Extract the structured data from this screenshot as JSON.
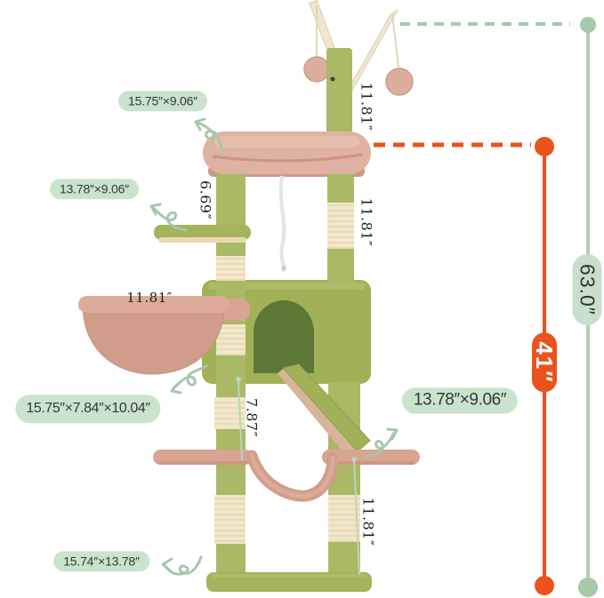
{
  "annotations": {
    "badges": [
      {
        "label": "15.75″×9.06″",
        "target": "top-perch"
      },
      {
        "label": "13.78″×9.06″",
        "target": "upper-platform"
      },
      {
        "label": "15.75″×7.84″×10.04″",
        "target": "hammock-basket"
      },
      {
        "label": "13.78″×9.06″",
        "target": "lower-right-platform"
      },
      {
        "label": "15.74″×13.78″",
        "target": "base"
      }
    ],
    "inline_measurements": [
      {
        "label": "11.81″",
        "placement": "top-post",
        "orientation": "vertical"
      },
      {
        "label": "6.69″",
        "placement": "upper-platform-gap",
        "orientation": "vertical"
      },
      {
        "label": "11.81″",
        "placement": "upper-right-post",
        "orientation": "vertical"
      },
      {
        "label": "11.81″",
        "placement": "hammock-width",
        "orientation": "horizontal"
      },
      {
        "label": "7.87″",
        "placement": "condo-to-platform",
        "orientation": "vertical"
      },
      {
        "label": "11.81″",
        "placement": "lower-right-post",
        "orientation": "vertical"
      }
    ],
    "height_markers": [
      {
        "label": "63.0″",
        "color": "#c8e0cb",
        "line_color": "#aecfb4",
        "extent": "full-height"
      },
      {
        "label": "41″",
        "color": "#e9531c",
        "line_color": "#e9531c",
        "extent": "top-perch-to-floor"
      }
    ]
  },
  "colors": {
    "mint_badge": "#cae3cd",
    "annotation_green": "#a6c9ab",
    "accent_orange": "#e9531c",
    "tree_green": "#a6b55e",
    "cushion_pink": "#dcab99",
    "sisal_cream": "#f1e7ca"
  }
}
